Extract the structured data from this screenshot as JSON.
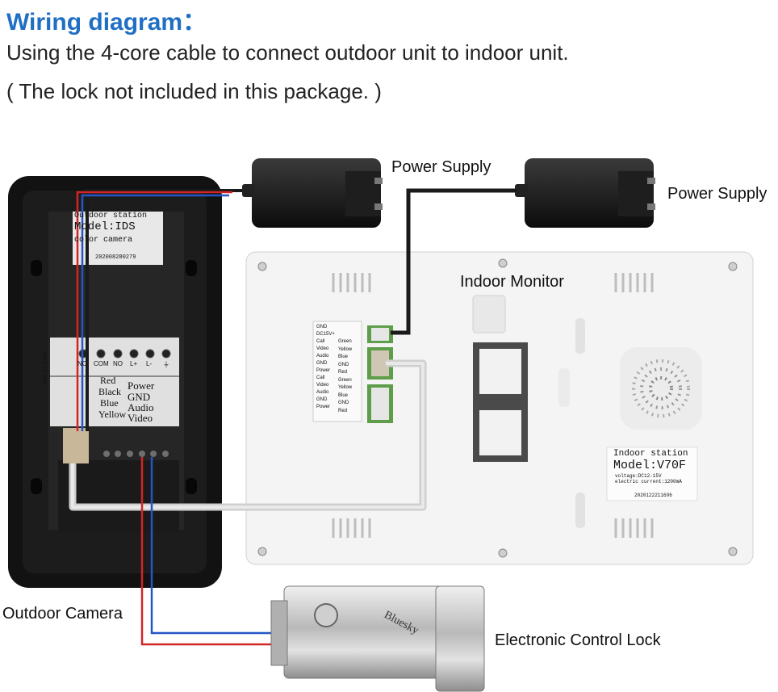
{
  "header": {
    "title": "Wiring diagram：",
    "subtitle": "Using the 4-core cable to connect outdoor unit to indoor unit.",
    "note": "( The lock not included in this package. )"
  },
  "labels": {
    "power_supply_1": "Power Supply",
    "power_supply_2": "Power Supply",
    "indoor_monitor": "Indoor Monitor",
    "outdoor_camera": "Outdoor Camera",
    "electronic_lock": "Electronic Control Lock"
  },
  "outdoor_station": {
    "sticker_title": "Outdoor station",
    "model": "Model:IDS",
    "subtitle": "color camera",
    "serial": "202008280279",
    "terminals": [
      "NC",
      "COM",
      "NO",
      "L+",
      "L-",
      "⏚"
    ],
    "side_label": "GND 12-18V",
    "wire_colors": [
      "Red",
      "Black",
      "Blue",
      "Yellow"
    ],
    "wire_functions": [
      "Power",
      "GND",
      "Audio",
      "Video"
    ]
  },
  "indoor_station": {
    "sticker_title": "Indoor station",
    "model": "Model:V70F",
    "voltage": "voltage:DC12-15V",
    "current": "electric current:1200mA",
    "serial": "2020122211696",
    "port_labels": [
      "GND",
      "DC15V+",
      "Call",
      "Video",
      "Audio",
      "GND",
      "Power",
      "Call",
      "Video",
      "Audio",
      "GND",
      "Power"
    ],
    "port_colors": [
      "Green",
      "Yellow",
      "Blue",
      "GND",
      "Red",
      "Green",
      "Yellow",
      "Blue",
      "GND",
      "Red"
    ]
  },
  "lock": {
    "brand": "Bluesky"
  },
  "colors": {
    "title": "#1f6fc4",
    "red_wire": "#d42424",
    "blue_wire": "#2456c8",
    "cable": "#cfcfcf"
  }
}
